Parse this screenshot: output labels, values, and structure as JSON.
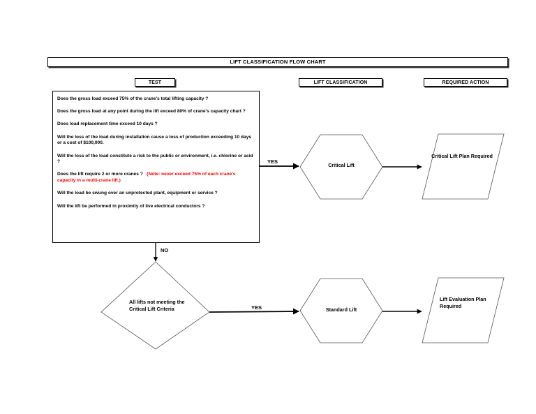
{
  "page": {
    "title_banner": "LIFT CLASSIFICATION FLOW CHART",
    "background_color": "#ffffff",
    "line_color": "#000000",
    "note_color": "#ff0000"
  },
  "columns": [
    {
      "key": "test",
      "label": "TEST"
    },
    {
      "key": "classification",
      "label": "LIFT CLASSIFICATION"
    },
    {
      "key": "action",
      "label": "REQUIRED ACTION"
    }
  ],
  "test_box": {
    "questions": [
      {
        "text": "Does the gross load exceed 75% of the crane's total lifting capacity ?",
        "note": ""
      },
      {
        "text": "Does the gross load at any point during the lift exceed 80% of crane's capacity chart ?",
        "note": ""
      },
      {
        "text": "Does load replacement time exceed 10 days ?",
        "note": ""
      },
      {
        "text": "Will the loss of the load during installation cause a loss of production exceeding 10 days or a cost of $100,000.",
        "note": ""
      },
      {
        "text": "Will the loss of the load constitute a risk to the public or environment, i.e. chlorine or acid ?",
        "note": ""
      },
      {
        "text": "Does the lift require 2 or more cranes ?",
        "note": "(Note: never exceed 75% of each crane's capacity in a multi-crane lift.)"
      },
      {
        "text": "Will the load be swung over an unprotected plant, equipment or service ?",
        "note": ""
      },
      {
        "text": "Will the lift be performed in proximity of live electrical conductors ?",
        "note": ""
      }
    ]
  },
  "decision": {
    "text": "All lifts not meeting the Critical Lift Criteria"
  },
  "classifications": {
    "critical": "Critical Lift",
    "standard": "Standard Lift"
  },
  "actions": {
    "critical_plan": "Critical Lift Plan Required",
    "evaluation_plan": "Lift Evaluation Plan Required"
  },
  "edges": {
    "yes_critical": "YES",
    "no_branch": "NO",
    "yes_standard": "YES"
  }
}
